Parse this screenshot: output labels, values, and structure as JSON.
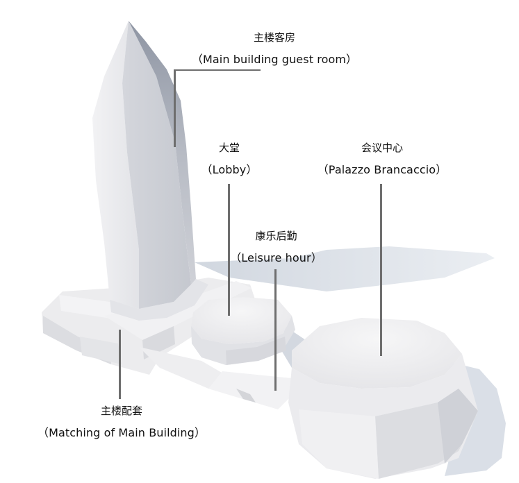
{
  "diagram": {
    "type": "architectural-massing-annotation",
    "background": "#ffffff",
    "leader_color": "#6e6e6e",
    "labels": [
      {
        "id": "main-building-guest-room",
        "zh": "主楼客房",
        "en": "（Main building guest room）"
      },
      {
        "id": "lobby",
        "zh": "大堂",
        "en": "（Lobby）"
      },
      {
        "id": "palazzo-brancaccio",
        "zh": "会议中心",
        "en": "（Palazzo Brancaccio）"
      },
      {
        "id": "leisure-hour",
        "zh": "康乐后勤",
        "en": "（Leisure hour）"
      },
      {
        "id": "matching-of-main-building",
        "zh": "主楼配套",
        "en": "（Matching of Main Building）"
      }
    ]
  }
}
